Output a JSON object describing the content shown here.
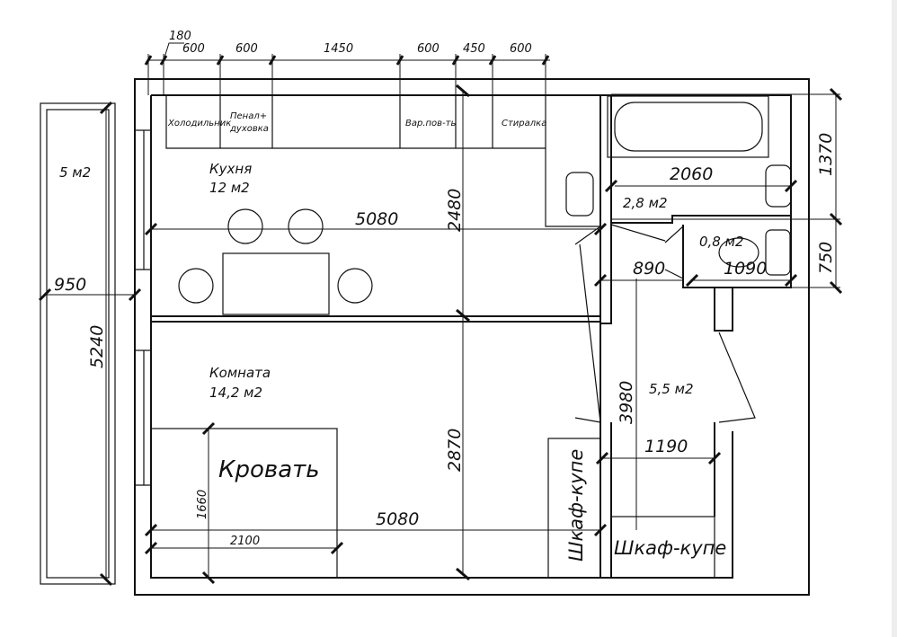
{
  "top_dimensions": [
    "180",
    "600",
    "600",
    "1450",
    "600",
    "450",
    "600"
  ],
  "kitchen_items": {
    "fridge": "Холодильник",
    "pantry_line1": "Пенал+",
    "pantry_line2": "духовка",
    "cooktop": "Вар.пов-ть",
    "washer": "Стиралка"
  },
  "rooms": {
    "balcony_area": "5 м2",
    "kitchen_name": "Кухня",
    "kitchen_area": "12 м2",
    "bathroom_area": "2,8 м2",
    "toilet_area": "0,8 м2",
    "room_name": "Комната",
    "room_area": "14,2 м2",
    "hall_area": "5,5 м2"
  },
  "furniture": {
    "bed": "Кровать",
    "wardrobe1": "Шкаф-купе",
    "wardrobe2": "Шкаф-купе"
  },
  "dimensions": {
    "kitchen_width": "5080",
    "kitchen_depth": "2480",
    "balcony_width": "950",
    "balcony_length": "5240",
    "bath_width": "2060",
    "bath_depth": "1370",
    "toilet_depth": "750",
    "toilet_width": "1090",
    "corridor_width": "890",
    "hall_length": "3980",
    "hall_width": "1190",
    "room_depth": "2870",
    "room_width": "5080",
    "bed_length": "1660",
    "bed_width": "2100"
  }
}
